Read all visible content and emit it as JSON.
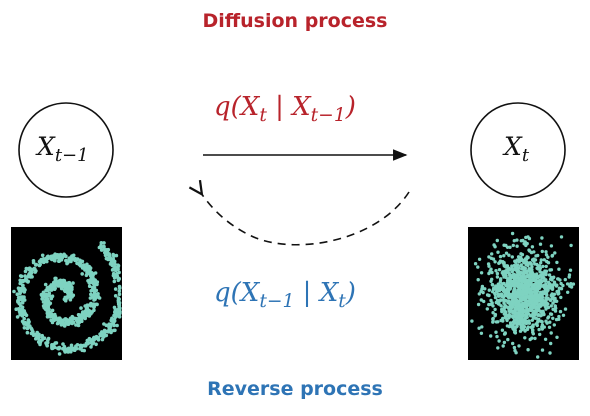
{
  "colors": {
    "forward": "#b8232b",
    "reverse": "#2e74b5",
    "ink": "#111111",
    "panel": "#000000",
    "points": "#7ed3c1"
  },
  "titles": {
    "forward": "Diffusion process",
    "reverse": "Reverse process"
  },
  "nodes": {
    "left": {
      "base": "X",
      "sub": "t−1"
    },
    "right": {
      "base": "X",
      "sub": "t"
    }
  },
  "equations": {
    "forward": {
      "fn": "q(",
      "a": "X",
      "a_sub": "t",
      "bar": " | ",
      "b": "X",
      "b_sub": "t−1",
      "close": ")"
    },
    "reverse": {
      "fn": "q(",
      "a": "X",
      "a_sub": "t−1",
      "bar": " | ",
      "b": "X",
      "b_sub": "t",
      "close": ")"
    }
  },
  "panels": {
    "left": {
      "shape": "spiral"
    },
    "right": {
      "shape": "gaussian-blob"
    }
  },
  "icons": {
    "forward_arrow": "arrow-right-icon",
    "reverse_arrow": "curved-dashed-arrow-icon"
  }
}
